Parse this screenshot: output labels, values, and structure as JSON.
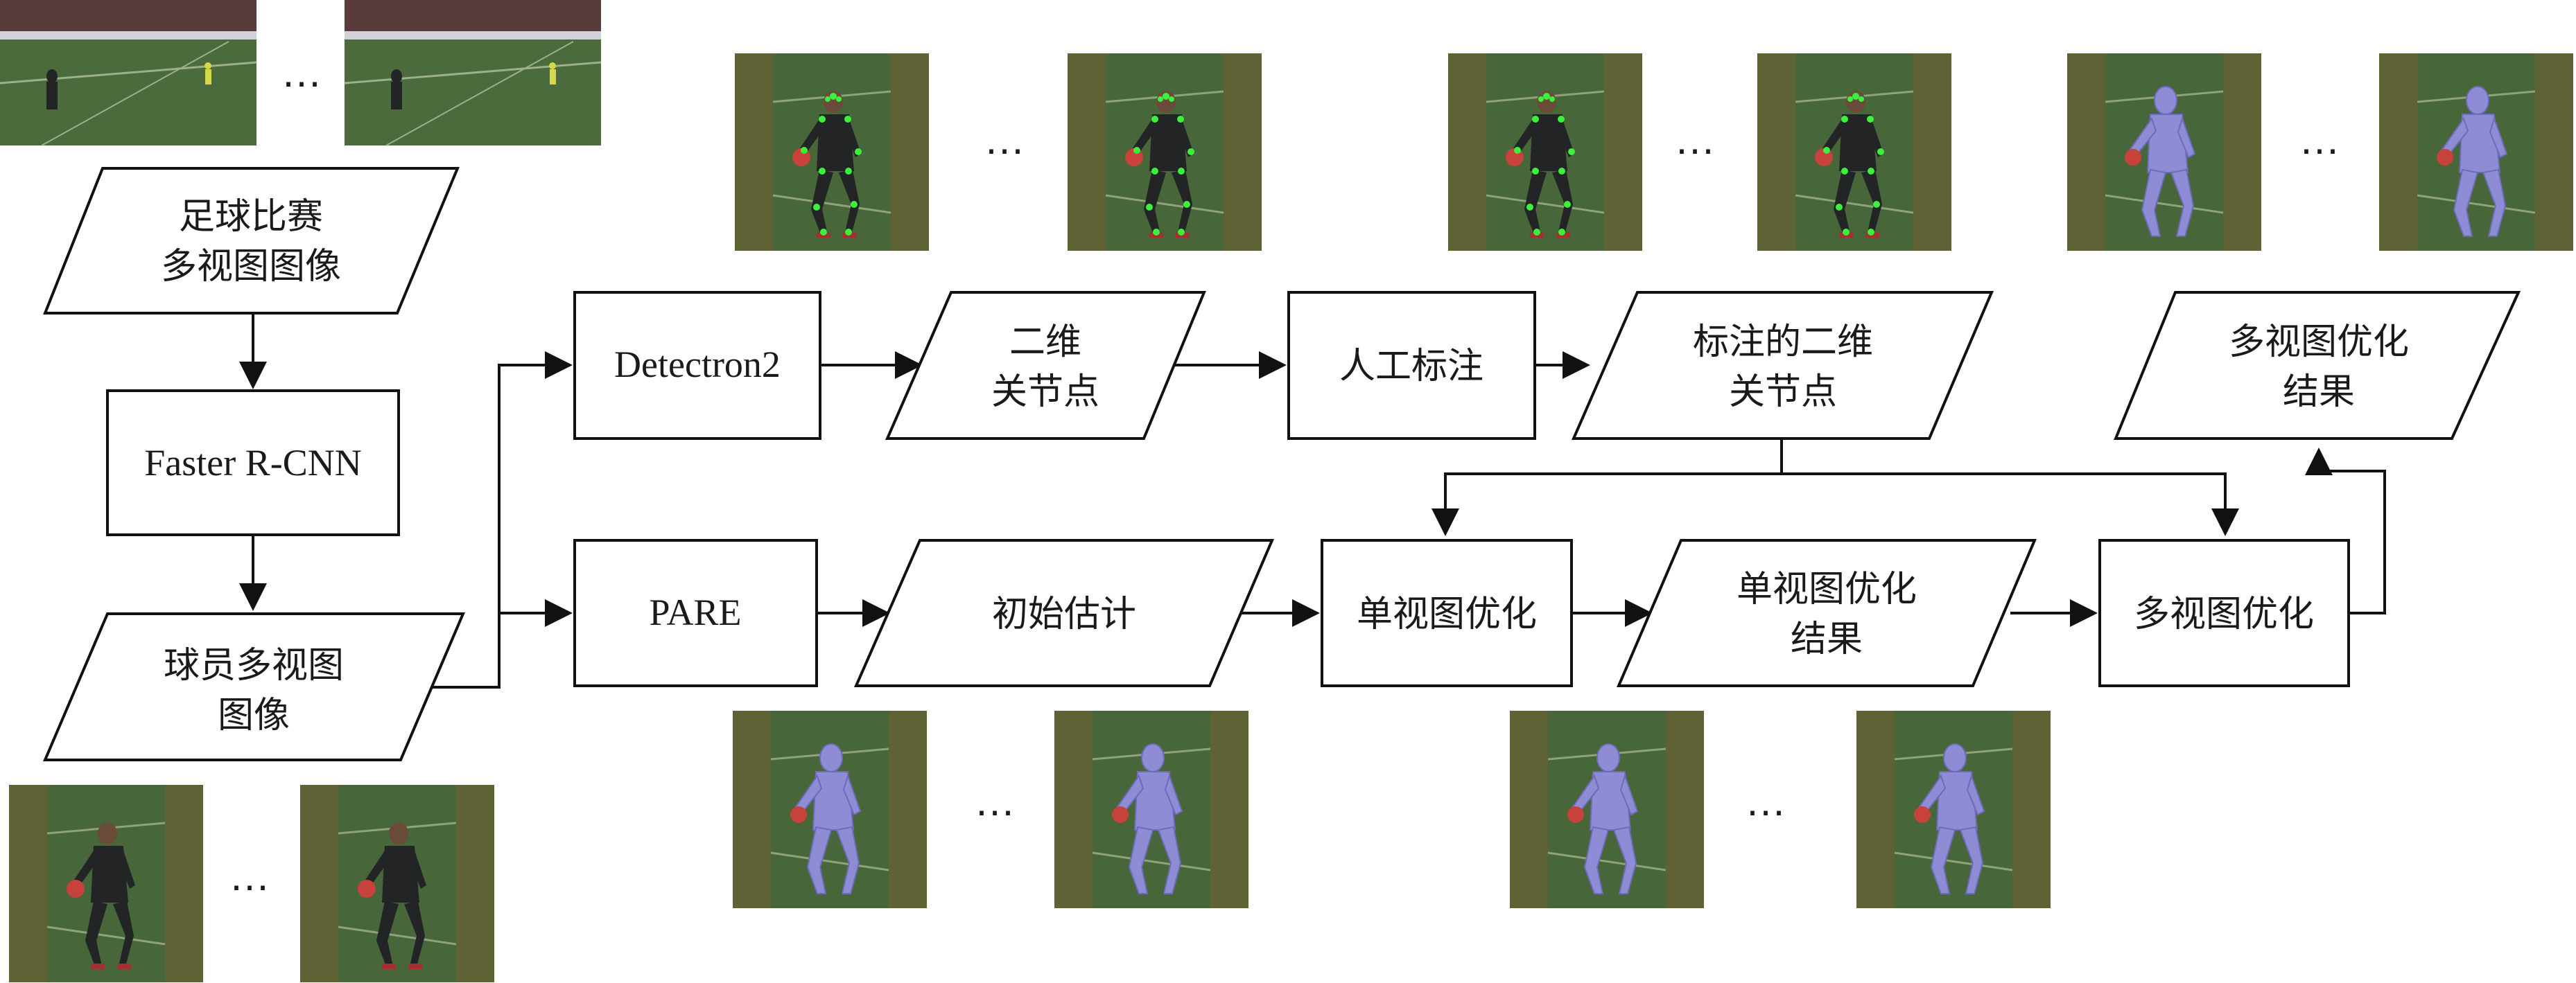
{
  "nodes": {
    "input_multiview": {
      "line1": "足球比赛",
      "line2": "多视图图像"
    },
    "faster_rcnn": {
      "label": "Faster R-CNN"
    },
    "player_multiview": {
      "line1": "球员多视图",
      "line2": "图像"
    },
    "detectron2": {
      "label": "Detectron2"
    },
    "keypoints_2d": {
      "line1": "二维",
      "line2": "关节点"
    },
    "manual_annotation": {
      "label": "人工标注"
    },
    "annotated_keypoints": {
      "line1": "标注的二维",
      "line2": "关节点"
    },
    "multiview_result": {
      "line1": "多视图优化",
      "line2": "结果"
    },
    "pare": {
      "label": "PARE"
    },
    "initial_estimate": {
      "label": "初始估计"
    },
    "single_view_opt": {
      "label": "单视图优化"
    },
    "single_view_result": {
      "line1": "单视图优化",
      "line2": "结果"
    },
    "multiview_opt": {
      "label": "多视图优化"
    }
  },
  "ellipsis": "…",
  "colors": {
    "stroke": "#111111",
    "thumb_bg": "#5e6235",
    "grass": "#47663a",
    "kit_dark": "#222426",
    "mesh": "#8f8cd6",
    "keypoint": "#3cf03c",
    "ball": "#c7423a"
  },
  "images": {
    "stadium_views": [
      "stadium-view",
      "stadium-view"
    ],
    "keypoint_views": [
      "keypoint-view",
      "keypoint-view",
      "keypoint-view",
      "keypoint-view"
    ],
    "mesh_views": [
      "mesh-view",
      "mesh-view",
      "mesh-view",
      "mesh-view",
      "mesh-view",
      "mesh-view"
    ],
    "player_views": [
      "player-view",
      "player-view"
    ]
  }
}
